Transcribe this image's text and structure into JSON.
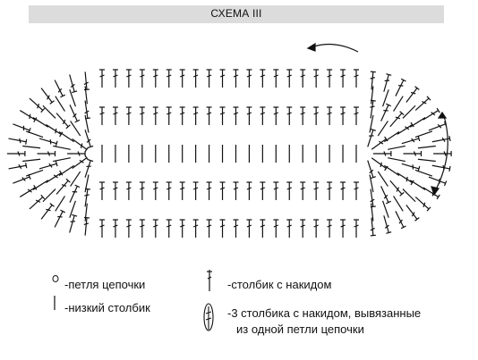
{
  "title": "СХЕМА III",
  "legend": [
    {
      "symbol": "chain-stitch-icon",
      "label": "-петля цепочки"
    },
    {
      "symbol": "single-crochet-icon",
      "label": "-низкий столбик"
    },
    {
      "symbol": "double-crochet-icon",
      "label": "-столбик с накидом"
    },
    {
      "symbol": "three-dc-cluster-icon",
      "label": "-3 столбика с накидом, вывязанные",
      "label2": "из одной петли цепочки"
    }
  ],
  "diagram": {
    "rows": 5,
    "columns": 20,
    "direction": "counter-clockwise",
    "stroke_color": "#111111"
  }
}
